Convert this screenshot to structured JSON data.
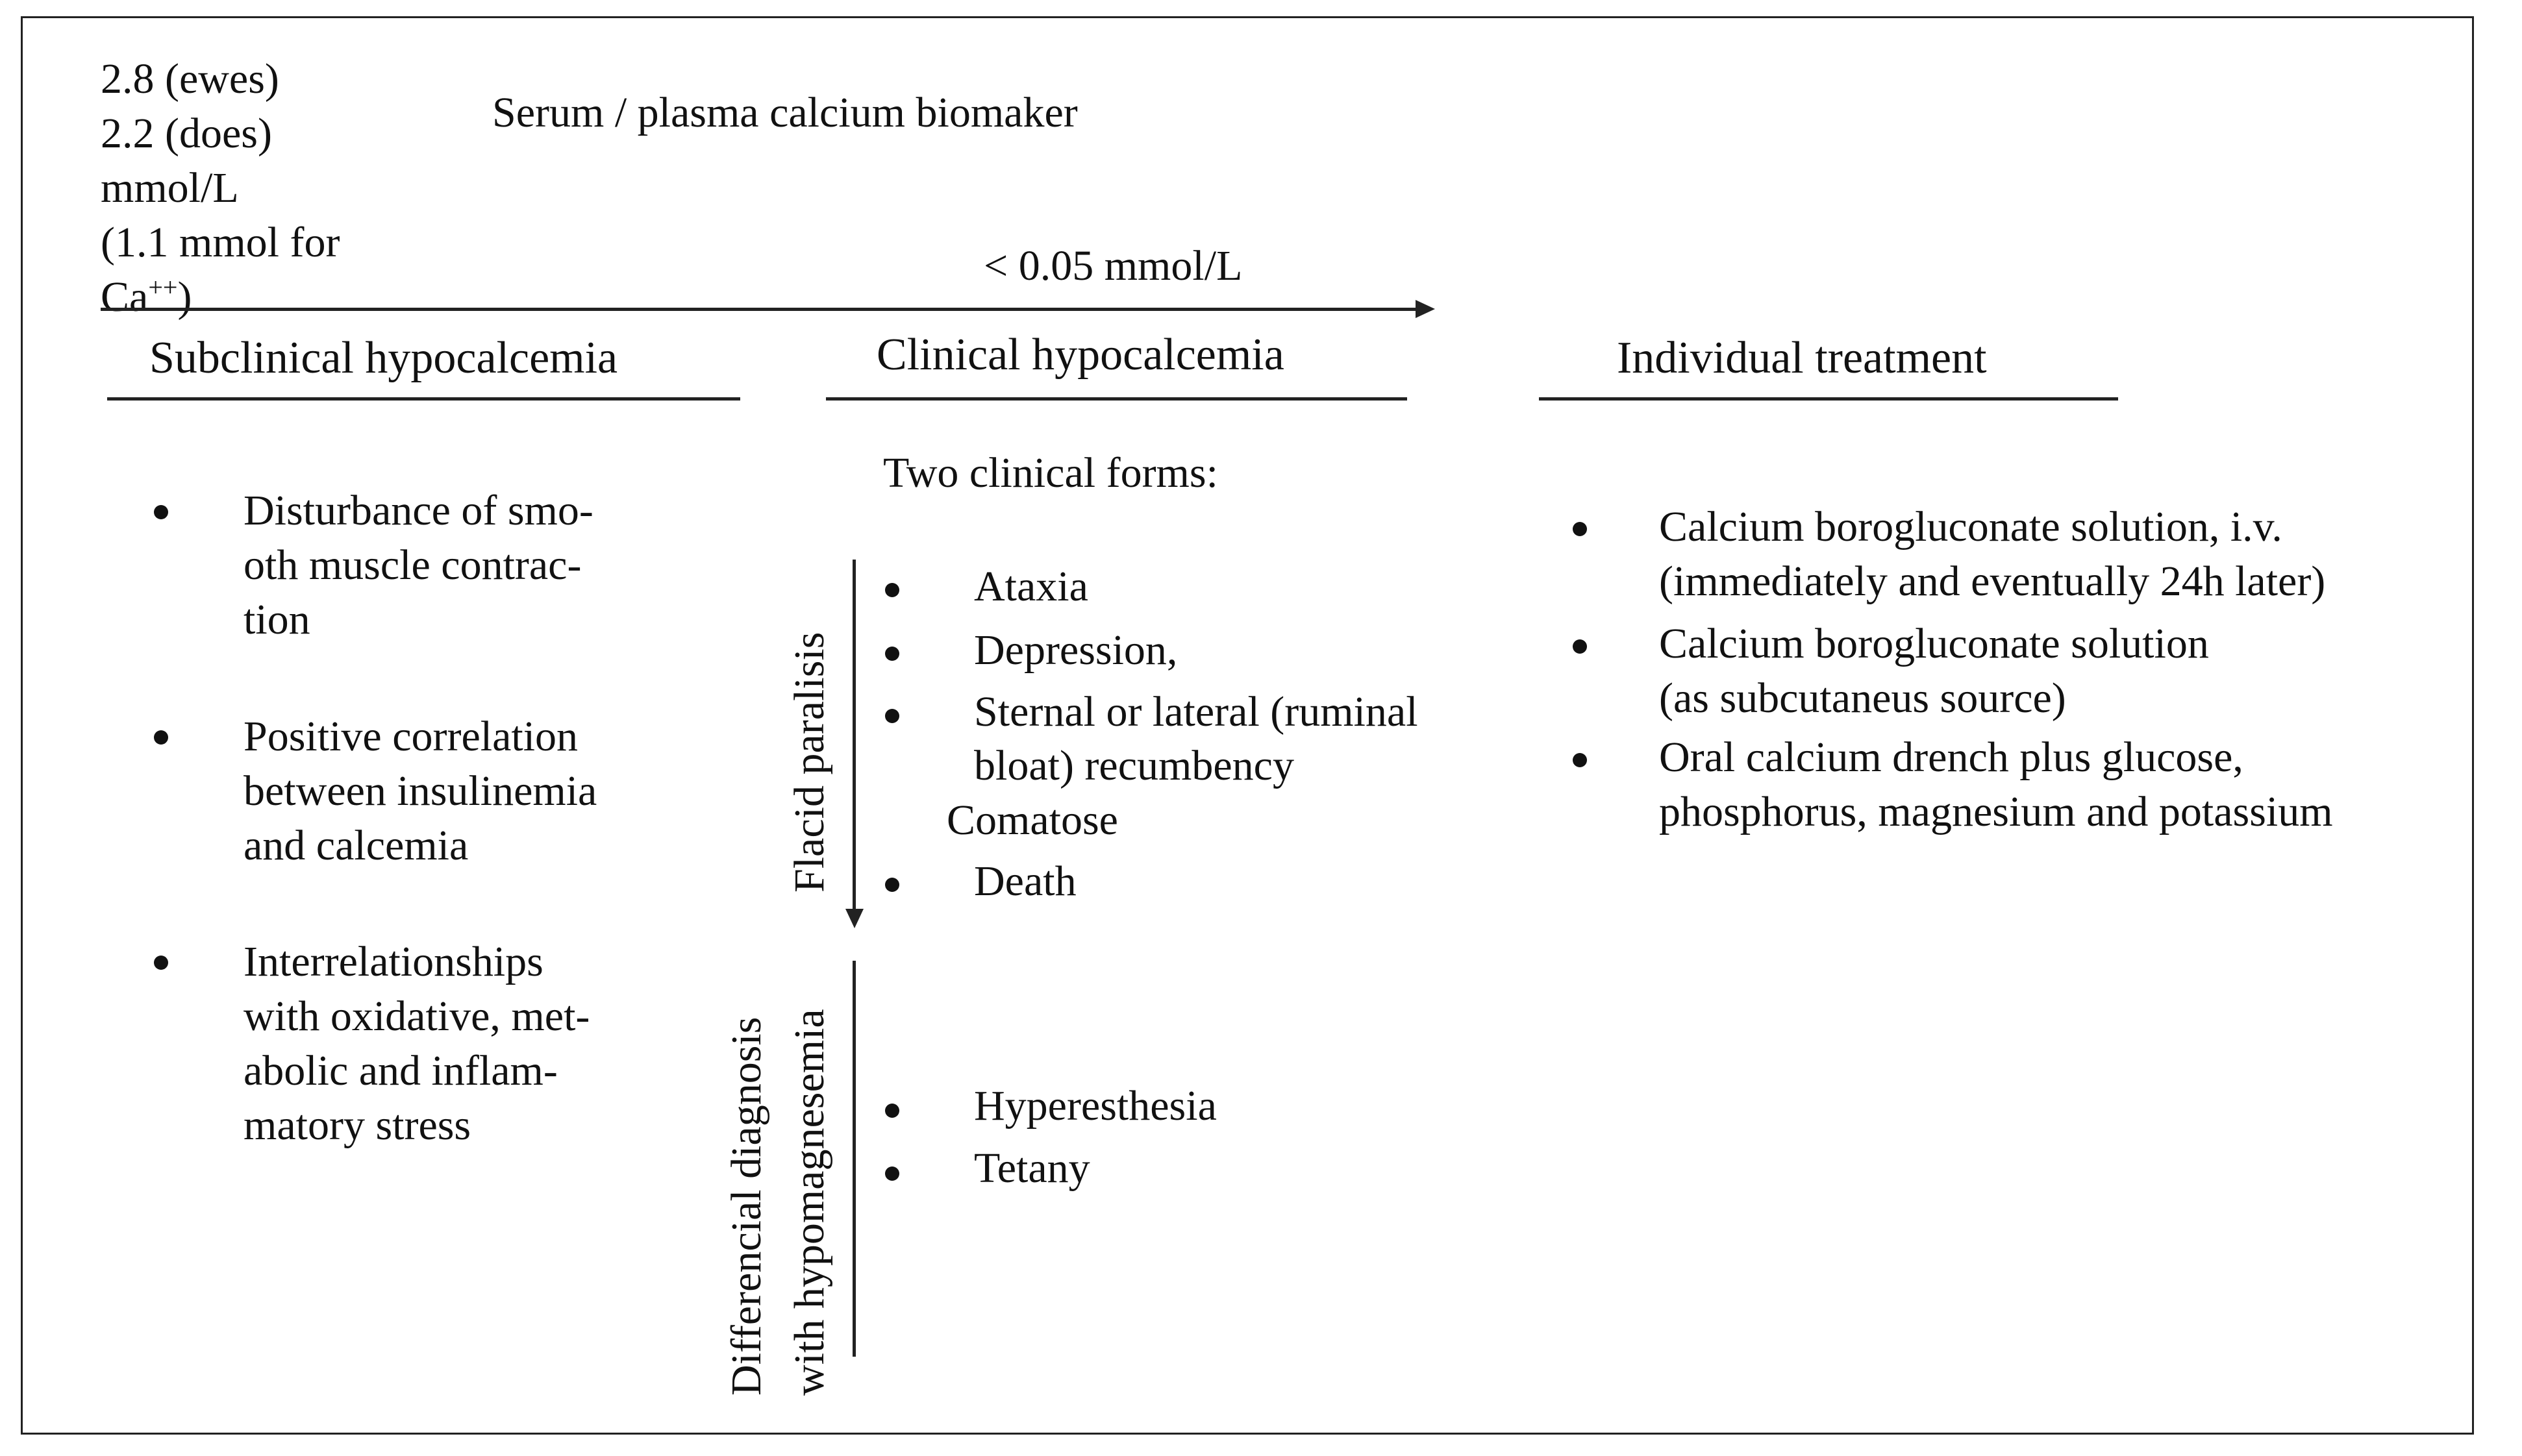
{
  "top_left": {
    "line1": "2.8 (ewes)",
    "line2": "2.2 (does)",
    "line3": "mmol/L",
    "line4": "(1.1 mmol for",
    "line5_base": "Ca",
    "line5_sup": "++",
    "line5_end": ")"
  },
  "title": "Serum / plasma calcium biomaker",
  "threshold": "< 0.05 mmol/L",
  "columns": {
    "subclinical": {
      "header": "Subclinical hypocalcemia",
      "items": [
        [
          "Disturbance of smo-",
          "oth muscle contrac-",
          "tion"
        ],
        [
          "Positive correlation",
          "between insulinemia",
          "and calcemia"
        ],
        [
          "Interrelationships",
          "with oxidative, met-",
          "abolic and inflam-",
          "matory stress"
        ]
      ]
    },
    "clinical": {
      "header": "Clinical hypocalcemia",
      "subtitle": "Two clinical forms:",
      "flacid_label": "Flacid paralisis",
      "flacid_items": [
        "Ataxia",
        "Depression,",
        "Sternal or lateral (ruminal",
        "bloat) recumbency",
        "Comatose",
        "Death"
      ],
      "diff_label_1": "Differencial diagnosis",
      "diff_label_2": "with hypomagnesemia",
      "diff_items": [
        "Hyperesthesia",
        "Tetany"
      ]
    },
    "treatment": {
      "header": "Individual treatment",
      "items": [
        [
          "Calcium borogluconate solution, i.v.",
          "(immediately and eventually 24h later)"
        ],
        [
          "Calcium borogluconate solution",
          "(as subcutaneus source)"
        ],
        [
          "Oral calcium drench plus glucose,",
          "phosphorus, magnesium and potassium"
        ]
      ]
    }
  }
}
